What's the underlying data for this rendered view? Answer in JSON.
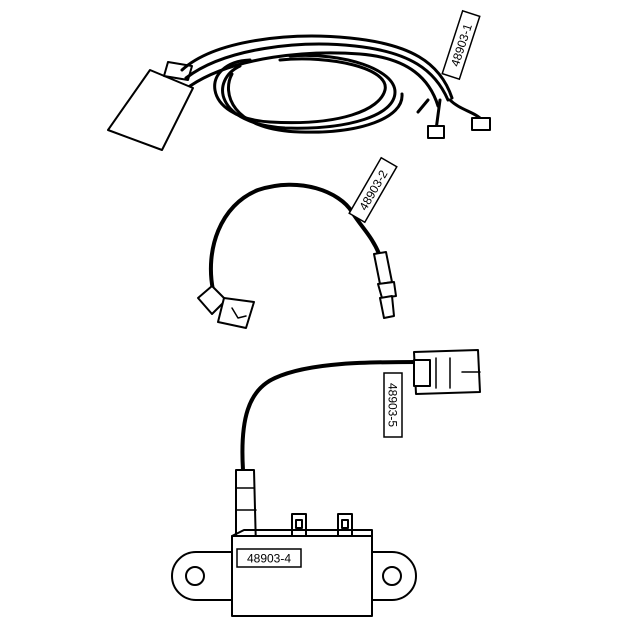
{
  "diagram": {
    "parts": [
      {
        "id": "harness",
        "label": "48903-1"
      },
      {
        "id": "sensor-lead",
        "label": "48903-2"
      },
      {
        "id": "connector-lead",
        "label": "48903-5"
      },
      {
        "id": "module",
        "label": "48903-4"
      }
    ]
  }
}
